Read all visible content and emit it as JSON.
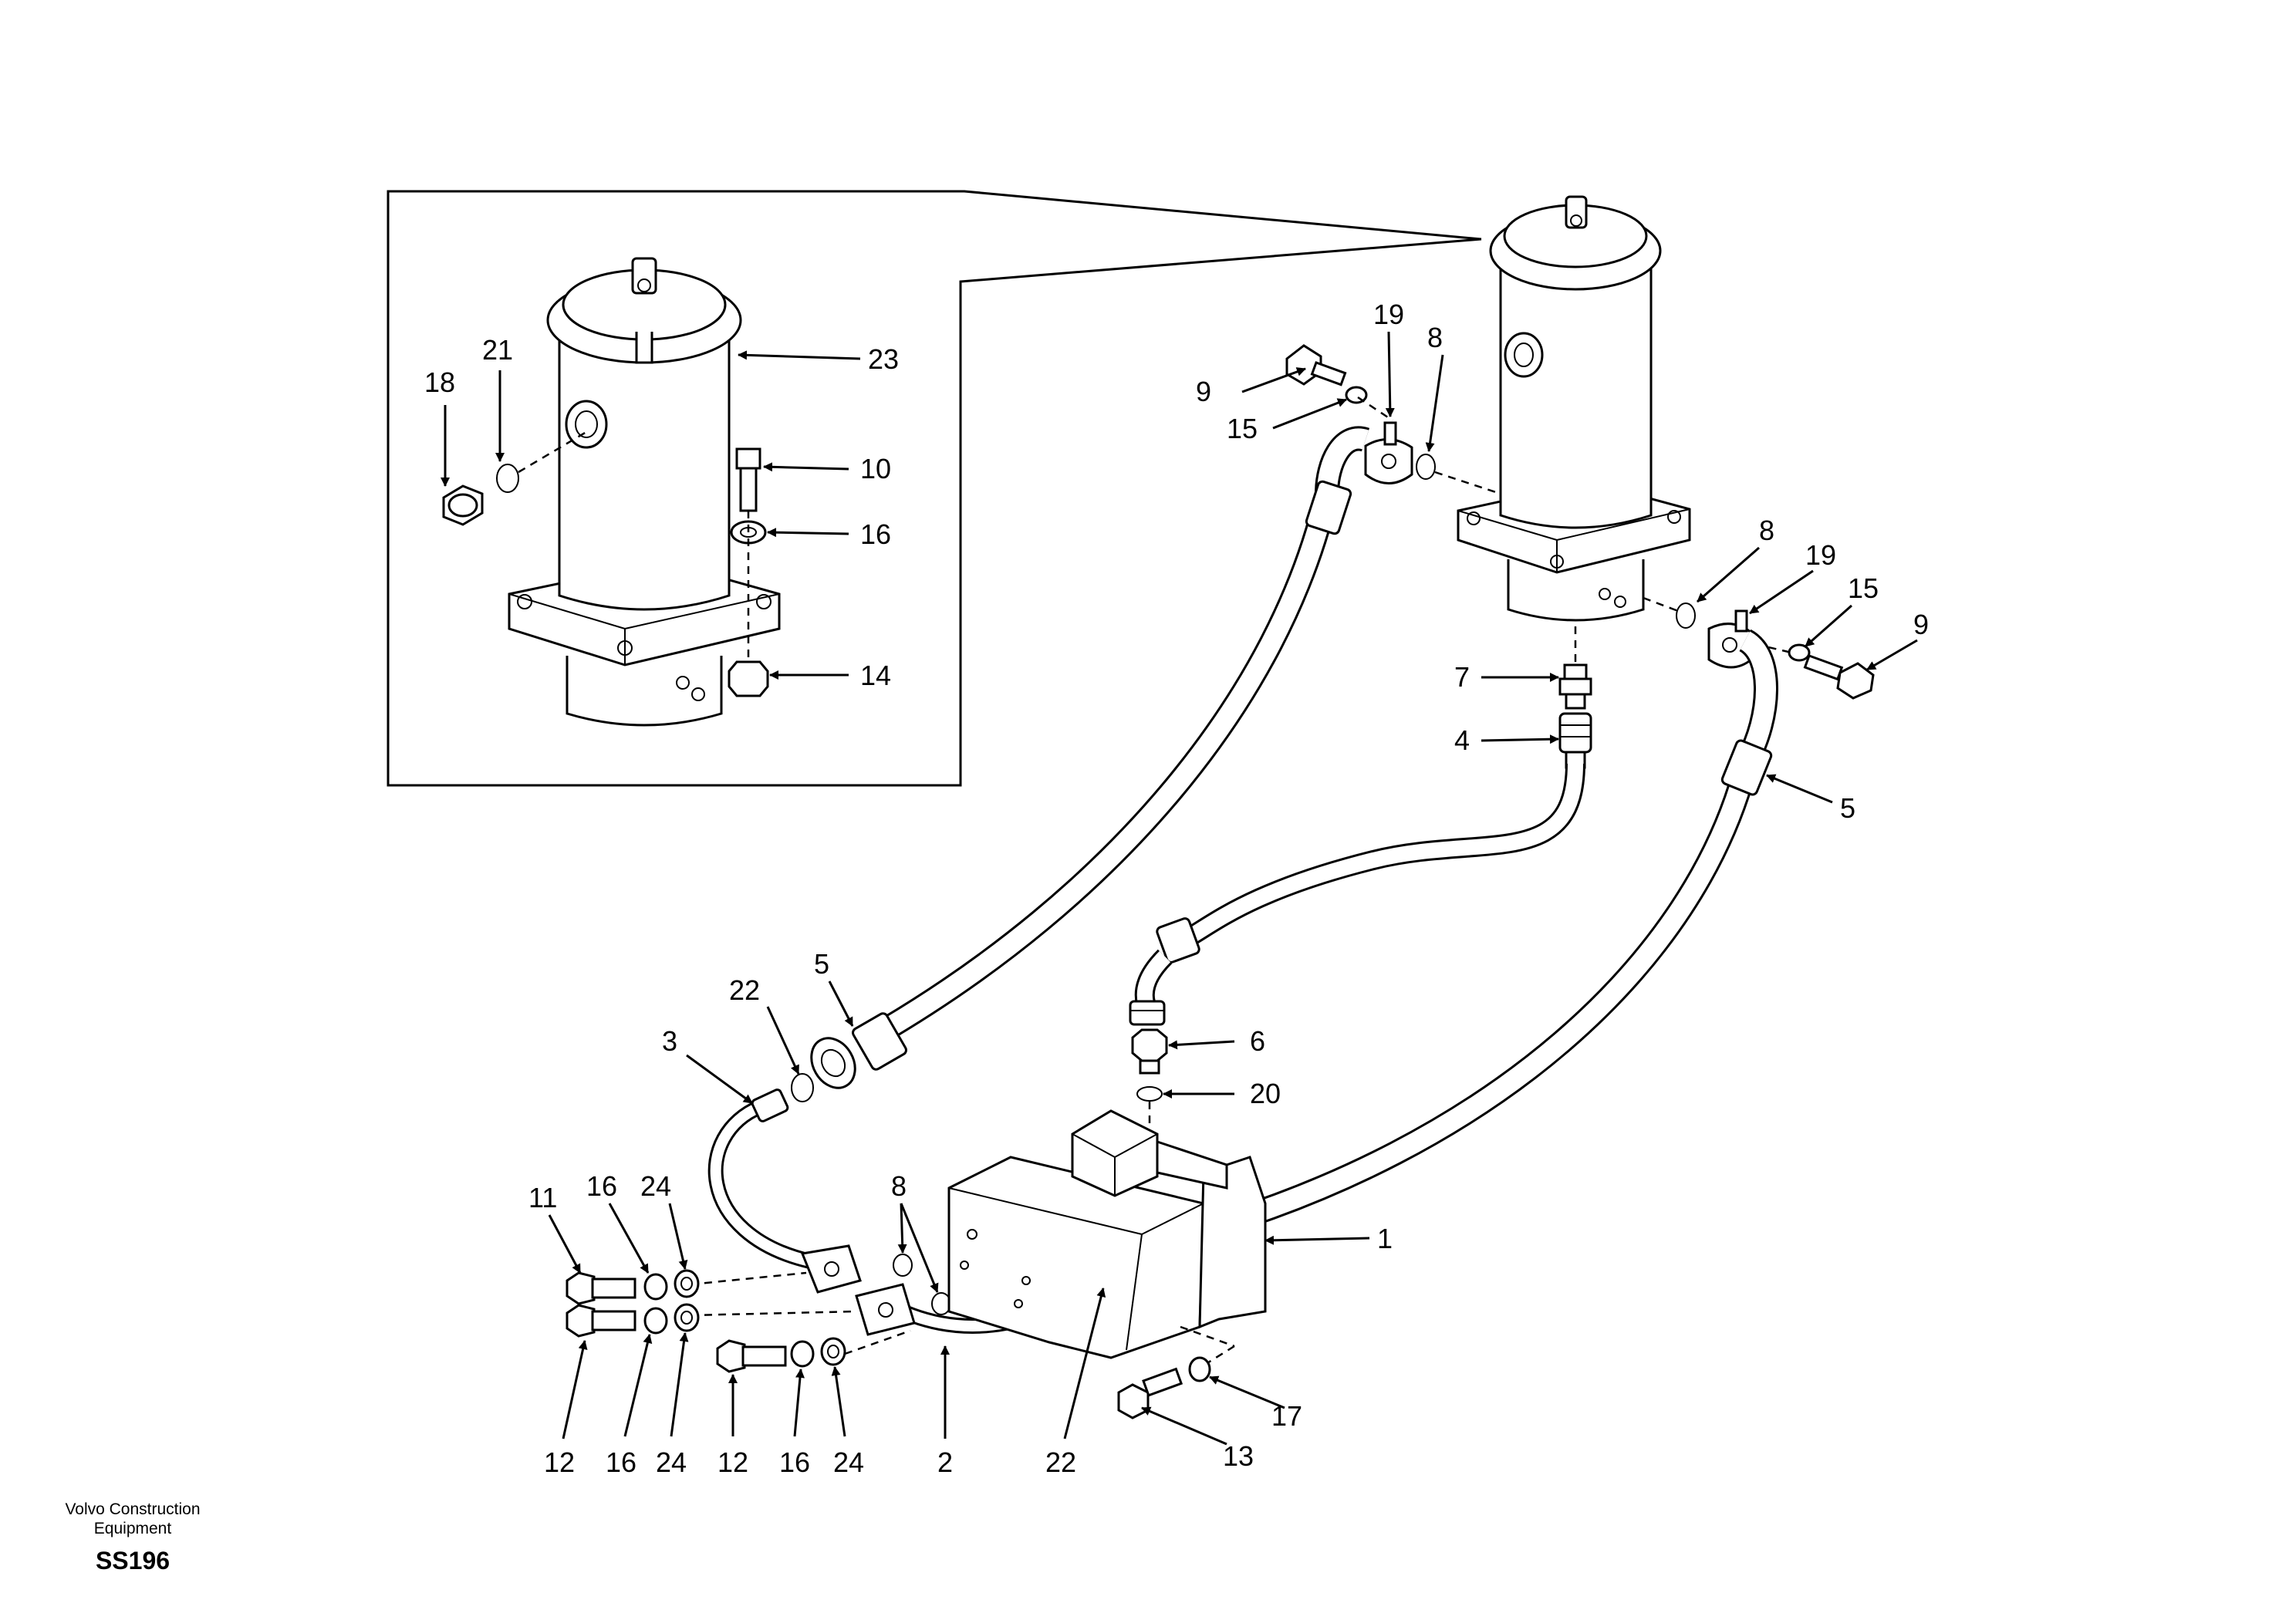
{
  "diagram": {
    "part_labels": {
      "inset_18": "18",
      "inset_21": "21",
      "inset_23": "23",
      "inset_10": "10",
      "inset_16": "16",
      "inset_14": "14",
      "top_9": "9",
      "top_15": "15",
      "top_19": "19",
      "top_8": "8",
      "right_8": "8",
      "right_19": "19",
      "right_15": "15",
      "right_9": "9",
      "p7": "7",
      "p4": "4",
      "right_5": "5",
      "mid_5": "5",
      "p22_top": "22",
      "p3": "3",
      "p6": "6",
      "p20": "20",
      "p8_low": "8",
      "p1": "1",
      "p11": "11",
      "p16_a": "16",
      "p24_a": "24",
      "p12_a": "12",
      "p16_b": "16",
      "p24_b": "24",
      "p12_b": "12",
      "p16_c": "16",
      "p24_c": "24",
      "p2": "2",
      "p22_low": "22",
      "p17": "17",
      "p13": "13"
    },
    "footer": {
      "brand_line1": "Volvo Construction",
      "brand_line2": "Equipment",
      "code": "SS196"
    }
  }
}
